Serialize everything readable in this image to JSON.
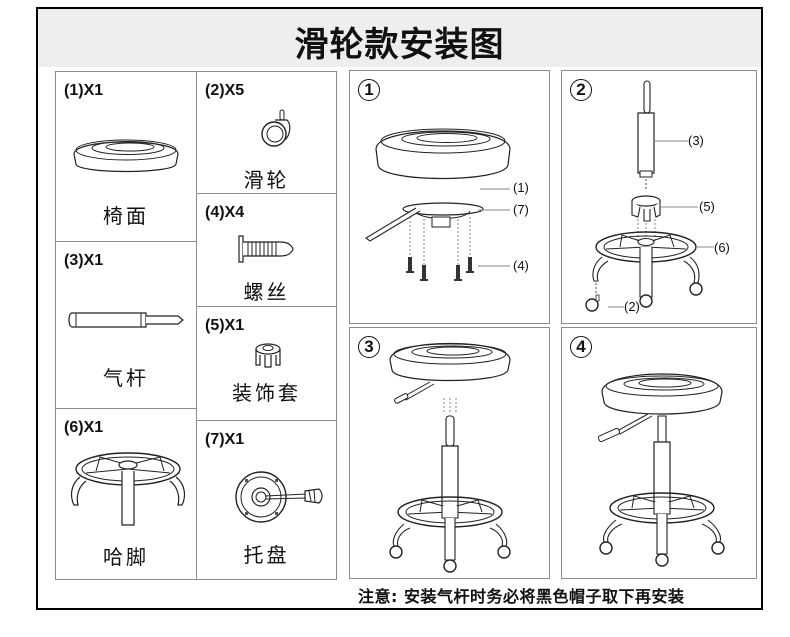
{
  "title": "滑轮款安装图",
  "parts": [
    {
      "num": "(1)",
      "qty": "X1",
      "name": "椅面",
      "icon": "seat-cushion-icon"
    },
    {
      "num": "(2)",
      "qty": "X5",
      "name": "滑轮",
      "icon": "caster-wheel-icon"
    },
    {
      "num": "(3)",
      "qty": "X1",
      "name": "气杆",
      "icon": "gas-lift-icon"
    },
    {
      "num": "(4)",
      "qty": "X4",
      "name": "螺丝",
      "icon": "screw-icon"
    },
    {
      "num": "(5)",
      "qty": "X1",
      "name": "装饰套",
      "icon": "decorative-cover-icon"
    },
    {
      "num": "(6)",
      "qty": "X1",
      "name": "哈脚",
      "icon": "foot-ring-base-icon"
    },
    {
      "num": "(7)",
      "qty": "X1",
      "name": "托盘",
      "icon": "seat-plate-icon"
    }
  ],
  "steps": [
    {
      "num": "1",
      "callouts": [
        "(1)",
        "(7)",
        "(4)"
      ]
    },
    {
      "num": "2",
      "callouts": [
        "(3)",
        "(5)",
        "(6)",
        "(2)"
      ]
    },
    {
      "num": "3",
      "callouts": []
    },
    {
      "num": "4",
      "callouts": []
    }
  ],
  "note": "注意:  安装气杆时务必将黑色帽子取下再安装"
}
